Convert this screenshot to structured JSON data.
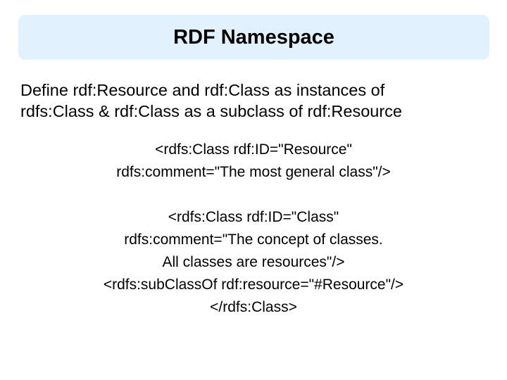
{
  "slide": {
    "title": "RDF Namespace",
    "title_band_color": "#e1f1fd",
    "background_color": "#ffffff",
    "text_color": "#000000"
  },
  "lead_paragraph": {
    "line1": "Define rdf:Resource and rdf:Class as instances of",
    "line2": "rdfs:Class & rdf:Class as a subclass of rdf:Resource"
  },
  "code_block": {
    "lines": [
      "<rdfs:Class rdf:ID=\"Resource\"",
      "rdfs:comment=\"The most general class\"/>",
      "",
      "<rdfs:Class rdf:ID=\"Class\"",
      "rdfs:comment=\"The concept of classes.",
      "All classes are resources\"/>",
      "<rdfs:subClassOf rdf:resource=\"#Resource\"/>",
      "</rdfs:Class>"
    ]
  }
}
